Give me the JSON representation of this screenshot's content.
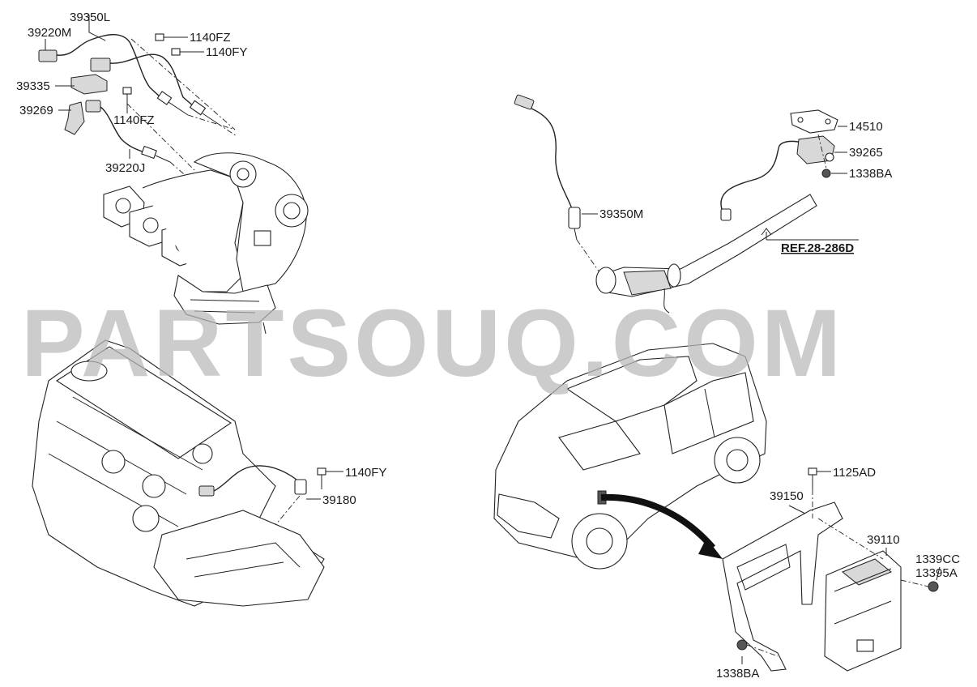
{
  "watermark": "PARTSOUQ.COM",
  "callouts": {
    "c39350L": "39350L",
    "c39220M": "39220M",
    "c1140FZ_a": "1140FZ",
    "c1140FY_a": "1140FY",
    "c39335": "39335",
    "c39269": "39269",
    "c1140FZ_b": "1140FZ",
    "c39220J": "39220J",
    "c14510": "14510",
    "c39265": "39265",
    "c1338BA_a": "1338BA",
    "c39350M": "39350M",
    "cREF": "REF.28-286D",
    "c1140FY_b": "1140FY",
    "c39180": "39180",
    "c1125AD": "1125AD",
    "c39150": "39150",
    "c39110": "39110",
    "c1339CC": "1339CC",
    "c13395A": "13395A",
    "c1338BA_b": "1338BA"
  }
}
